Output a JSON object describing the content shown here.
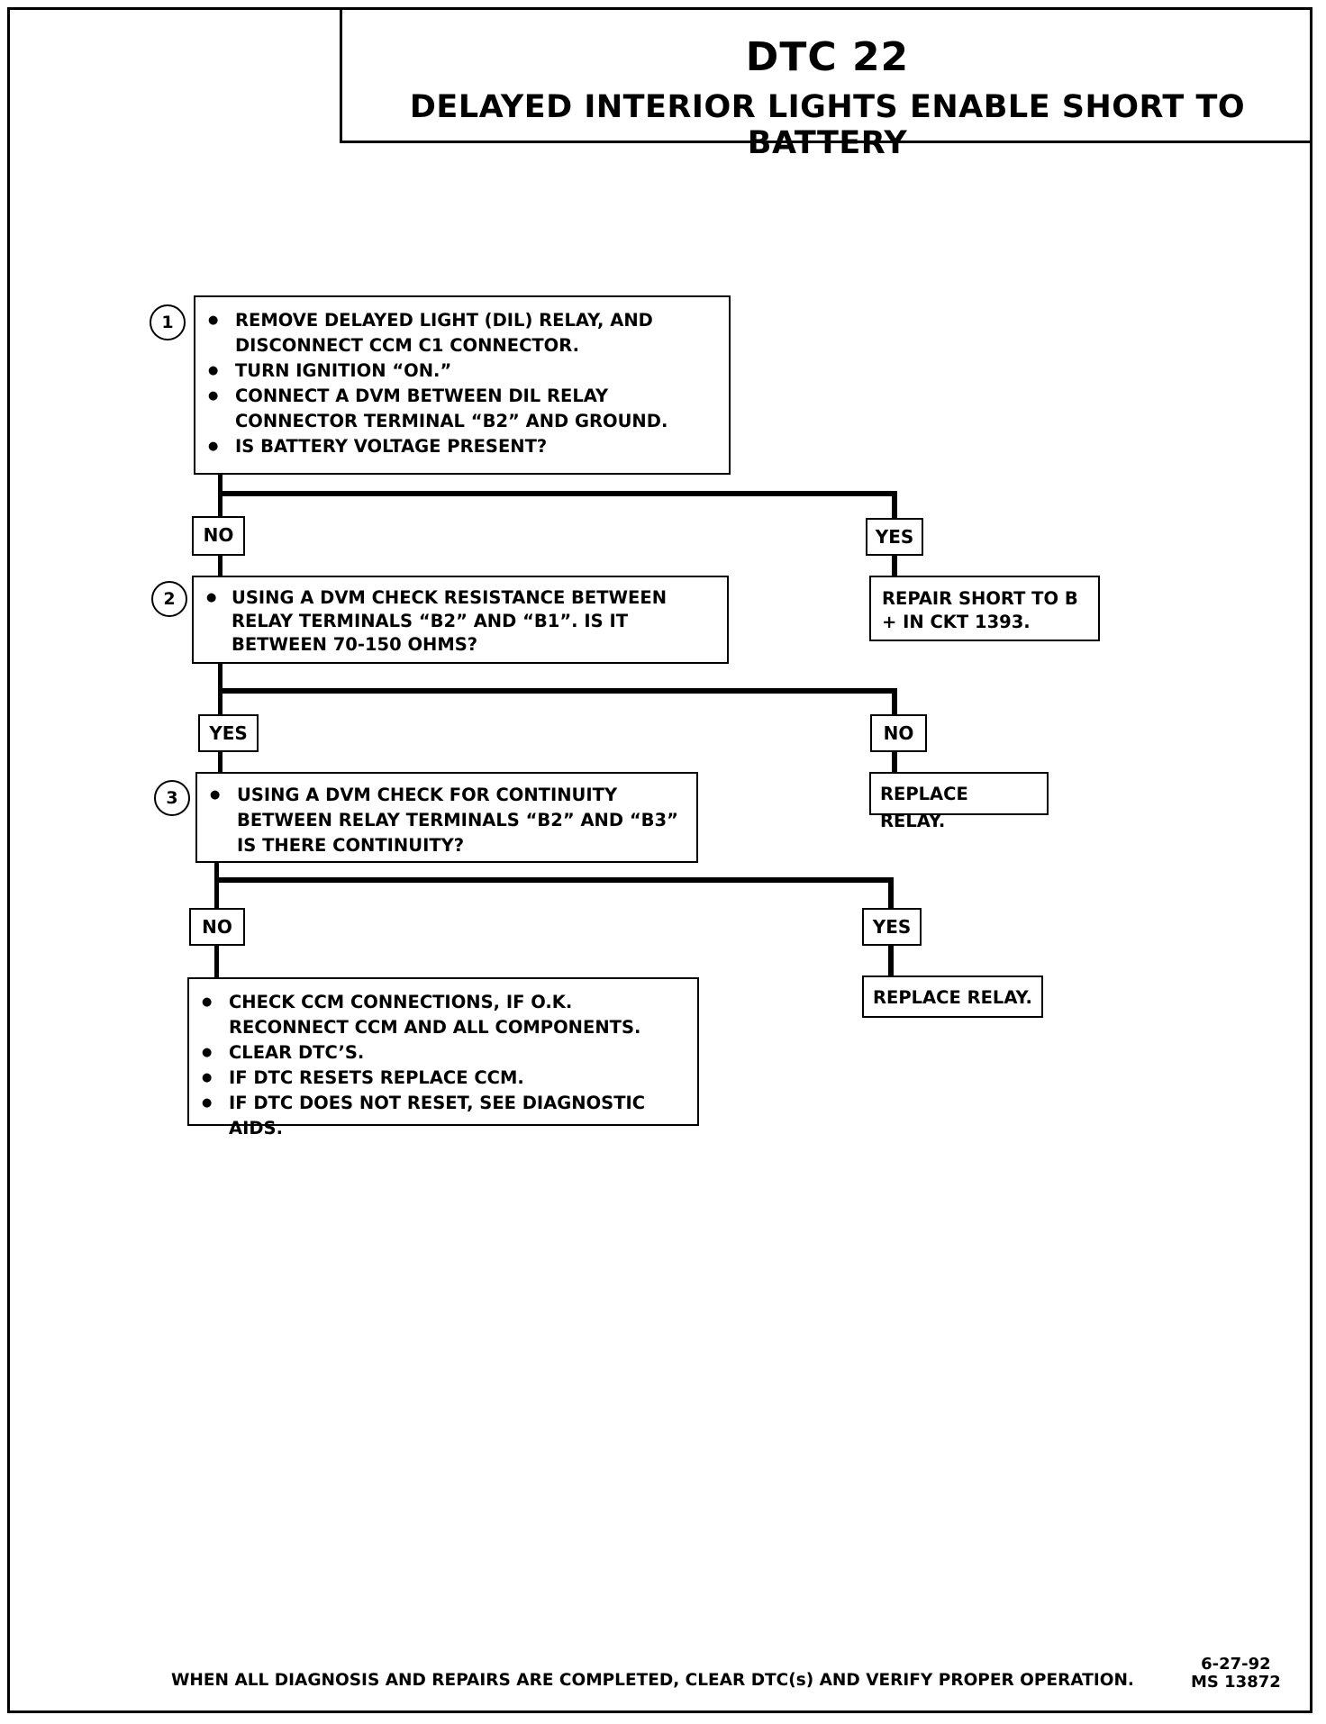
{
  "header": {
    "title": "DTC 22",
    "subtitle": "DELAYED INTERIOR LIGHTS ENABLE SHORT TO BATTERY"
  },
  "steps": [
    {
      "number": "1",
      "lines": [
        "REMOVE DELAYED LIGHT (DIL) RELAY, AND DISCONNECT CCM C1 CONNECTOR.",
        "TURN IGNITION “ON.”",
        "CONNECT A DVM BETWEEN DIL RELAY CONNECTOR TERMINAL “B2” AND GROUND.",
        "IS BATTERY VOLTAGE PRESENT?"
      ]
    },
    {
      "number": "2",
      "lines": [
        "USING A DVM CHECK RESISTANCE BETWEEN RELAY TERMINALS “B2” AND “B1”. IS IT BETWEEN 70-150 OHMS?"
      ]
    },
    {
      "number": "3",
      "lines": [
        "USING A DVM CHECK FOR CONTINUITY BETWEEN RELAY TERMINALS “B2” AND “B3” IS THERE CONTINUITY?"
      ]
    }
  ],
  "branches": {
    "step1_left": "NO",
    "step1_right": "YES",
    "step2_left": "YES",
    "step2_right": "NO",
    "step3_left": "NO",
    "step3_right": "YES"
  },
  "results": {
    "repair_short": "REPAIR SHORT TO B + IN CKT 1393.",
    "replace_relay_1": "REPLACE RELAY.",
    "replace_relay_2": "REPLACE RELAY.",
    "final_actions": [
      "CHECK CCM CONNECTIONS, IF O.K. RECONNECT CCM AND ALL COMPONENTS.",
      "CLEAR DTC’S.",
      "IF DTC RESETS REPLACE CCM.",
      "IF DTC DOES NOT RESET, SEE DIAGNOSTIC AIDS."
    ]
  },
  "footer": {
    "note": "WHEN ALL DIAGNOSIS AND REPAIRS ARE COMPLETED, CLEAR DTC(s) AND VERIFY PROPER OPERATION.",
    "date": "6-27-92",
    "ref": "MS 13872"
  }
}
